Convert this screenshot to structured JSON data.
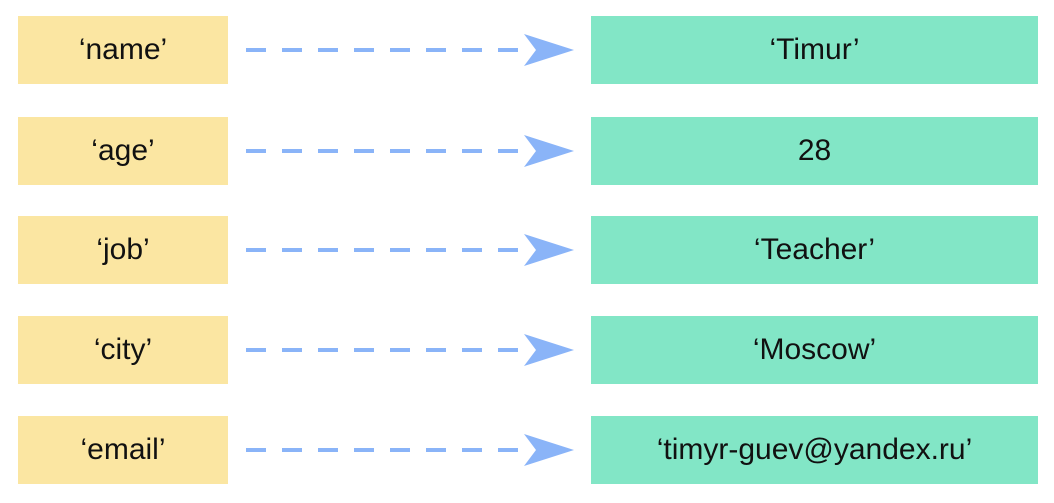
{
  "colors": {
    "key_fill": "#FBE6A2",
    "value_fill": "#82E6C6",
    "arrow": "#8AB4F8"
  },
  "pairs": [
    {
      "key": "‘name’",
      "value": "‘Timur’"
    },
    {
      "key": "‘age’",
      "value": "28"
    },
    {
      "key": "‘job’",
      "value": "‘Teacher’"
    },
    {
      "key": "‘city’",
      "value": "‘Moscow’"
    },
    {
      "key": "‘email’",
      "value": "‘timyr-guev@yandex.ru’"
    }
  ]
}
